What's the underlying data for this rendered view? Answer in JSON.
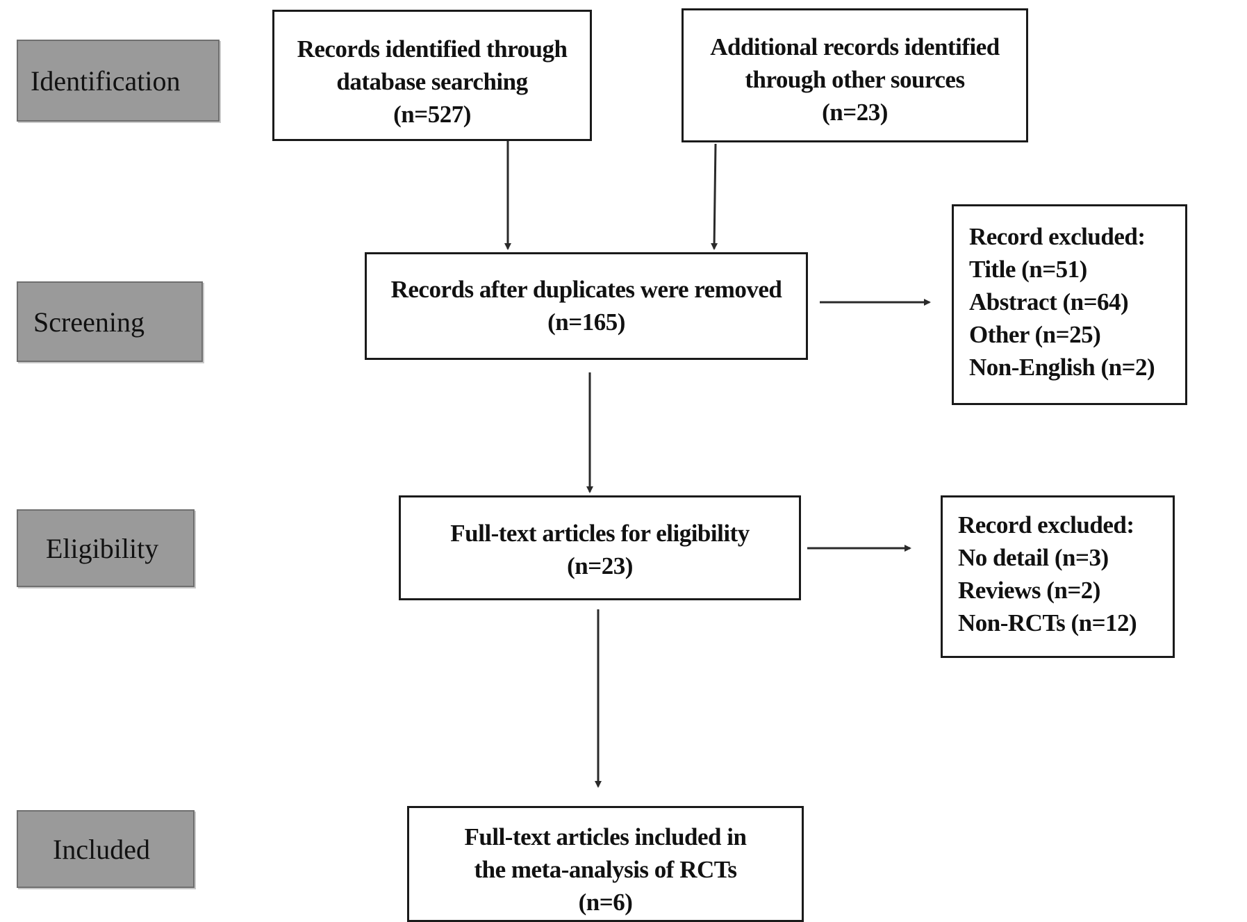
{
  "stages": {
    "identification": "Identification",
    "screening": "Screening",
    "eligibility": "Eligibility",
    "included": "Included"
  },
  "boxes": {
    "database_search": {
      "lines": [
        "Records identified through",
        "database searching",
        "(n=527)"
      ]
    },
    "other_sources": {
      "lines": [
        "Additional records identified",
        "through other sources",
        "(n=23)"
      ]
    },
    "duplicates_removed": {
      "lines": [
        "Records after duplicates were removed",
        "(n=165)"
      ]
    },
    "screening_excluded": {
      "lines": [
        "Record excluded:",
        "Title (n=51)",
        "Abstract (n=64)",
        "Other (n=25)",
        "Non-English (n=2)"
      ]
    },
    "full_text_eligibility": {
      "lines": [
        "Full-text articles  for eligibility",
        "(n=23)"
      ]
    },
    "eligibility_excluded": {
      "lines": [
        "Record excluded:",
        "No detail (n=3)",
        "Reviews (n=2)",
        "Non-RCTs (n=12)"
      ]
    },
    "included_studies": {
      "lines": [
        "Full-text articles included in",
        "the meta-analysis of RCTs",
        "(n=6)"
      ]
    }
  },
  "colors": {
    "stage_fill": "#9a9a9a",
    "stage_border": "#6f6f6f",
    "box_border": "#1a1a1a",
    "arrow": "#2a2a2a"
  }
}
